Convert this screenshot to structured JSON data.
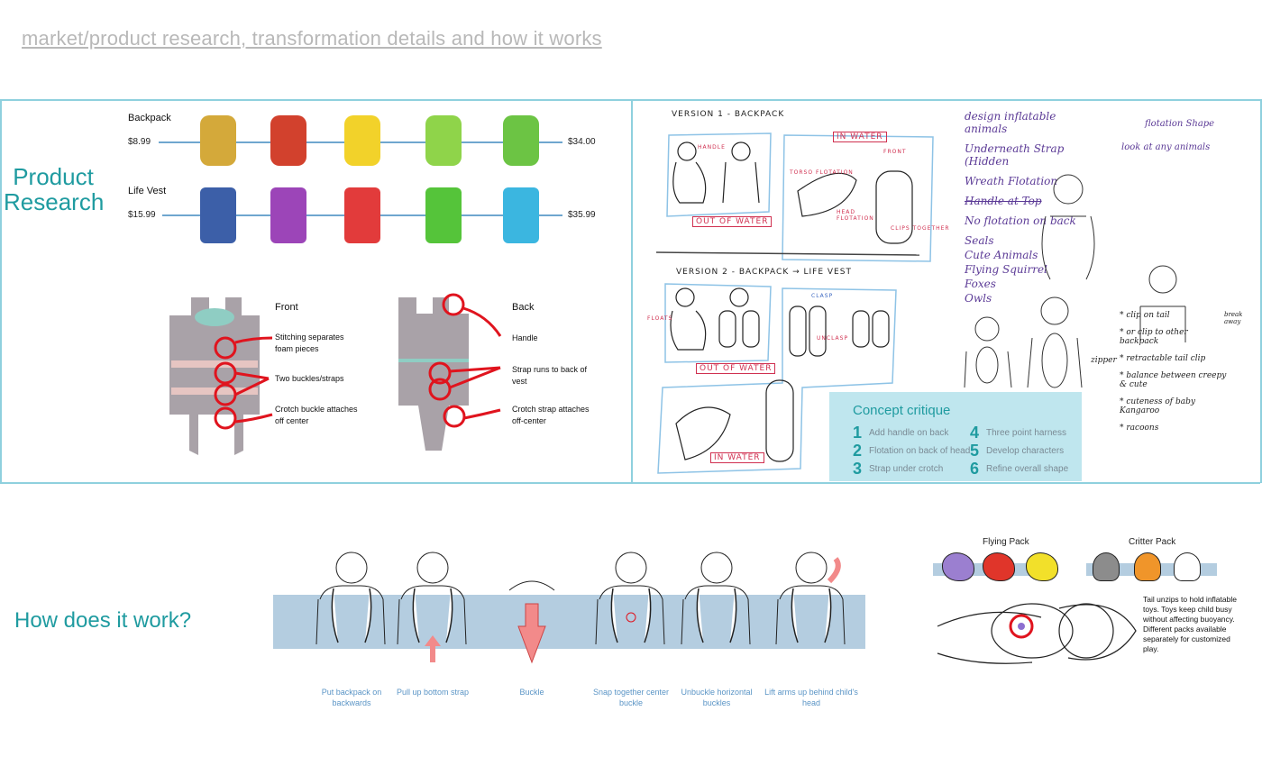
{
  "header": {
    "title": "market/product research, transformation details and how it works"
  },
  "research": {
    "title_line1": "Product",
    "title_line2": "Research",
    "backpack": {
      "label": "Backpack",
      "min_price": "$8.99",
      "max_price": "$34.00",
      "colors": [
        "#d4a93a",
        "#d2412d",
        "#f2d22a",
        "#8fd44a",
        "#6cc444"
      ]
    },
    "lifevest": {
      "label": "Life Vest",
      "min_price": "$15.99",
      "max_price": "$35.99",
      "colors": [
        "#3c5fa8",
        "#9c45b8",
        "#e23b3b",
        "#55c43a",
        "#3bb6e0"
      ]
    },
    "front": {
      "heading": "Front",
      "callouts": [
        "Stitching separates foam pieces",
        "Two buckles/straps",
        "Crotch buckle attaches off center"
      ]
    },
    "back": {
      "heading": "Back",
      "callouts": [
        "Handle",
        "Strap runs to back of vest",
        "Crotch strap attaches off-center"
      ]
    }
  },
  "sketches": {
    "version1": "VERSION 1 - BACKPACK",
    "version2": "VERSION 2 - BACKPACK → LIFE VEST",
    "tags": {
      "in_water": "IN WATER",
      "out_of_water": "OUT OF WATER",
      "handle": "HANDLE",
      "front": "FRONT",
      "torso": "TORSO FLOTATION",
      "head": "HEAD FLOTATION",
      "clips": "CLIPS TOGETHER",
      "clasp": "CLASP",
      "unclasp": "UNCLASP",
      "floats": "FLOATS"
    },
    "notes_left": [
      "design inflatable animals",
      "Underneath Strap (Hidden",
      "Wreath Flotation",
      "Handle at Top",
      "No flotation on back",
      "Seals",
      "Cute Animals",
      "Flying Squirrel",
      "Foxes",
      "Owls"
    ],
    "notes_right": [
      "flotation Shape",
      "look at any animals"
    ],
    "notes_bottom": [
      "* clip on tail",
      "* or clip to other backpack",
      "* retractable tail clip",
      "* balance between creepy & cute",
      "* cuteness of baby Kangaroo",
      "* racoons"
    ],
    "zipper": "zipper",
    "breakaway": "break away"
  },
  "critique": {
    "title": "Concept critique",
    "items": [
      {
        "n": "1",
        "text": "Add handle on back"
      },
      {
        "n": "2",
        "text": "Flotation on back of head"
      },
      {
        "n": "3",
        "text": "Strap under crotch"
      },
      {
        "n": "4",
        "text": "Three point harness"
      },
      {
        "n": "5",
        "text": "Develop characters"
      },
      {
        "n": "6",
        "text": "Refine overall shape"
      }
    ]
  },
  "how": {
    "title": "How does it work?",
    "steps": [
      "Put backpack on backwards",
      "Pull up bottom strap",
      "Buckle",
      "Snap together center buckle",
      "Unbuckle horizontal buckles",
      "Lift arms up behind child's head"
    ]
  },
  "packs": {
    "flying": {
      "label": "Flying Pack",
      "colors": [
        "#9b7fd0",
        "#e0352a",
        "#f2e02a"
      ]
    },
    "critter": {
      "label": "Critter Pack",
      "colors": [
        "#8c8c8c",
        "#f0952a",
        "#ffffff"
      ]
    },
    "description": "Tail unzips to hold inflatable toys. Toys keep child busy without affecting buoyancy. Different packs available separately for customized play."
  },
  "colors": {
    "teal": "#1f9ba0",
    "panel_border": "#8fd0de",
    "callout_red": "#e0141e",
    "band": "#b4cde0"
  }
}
